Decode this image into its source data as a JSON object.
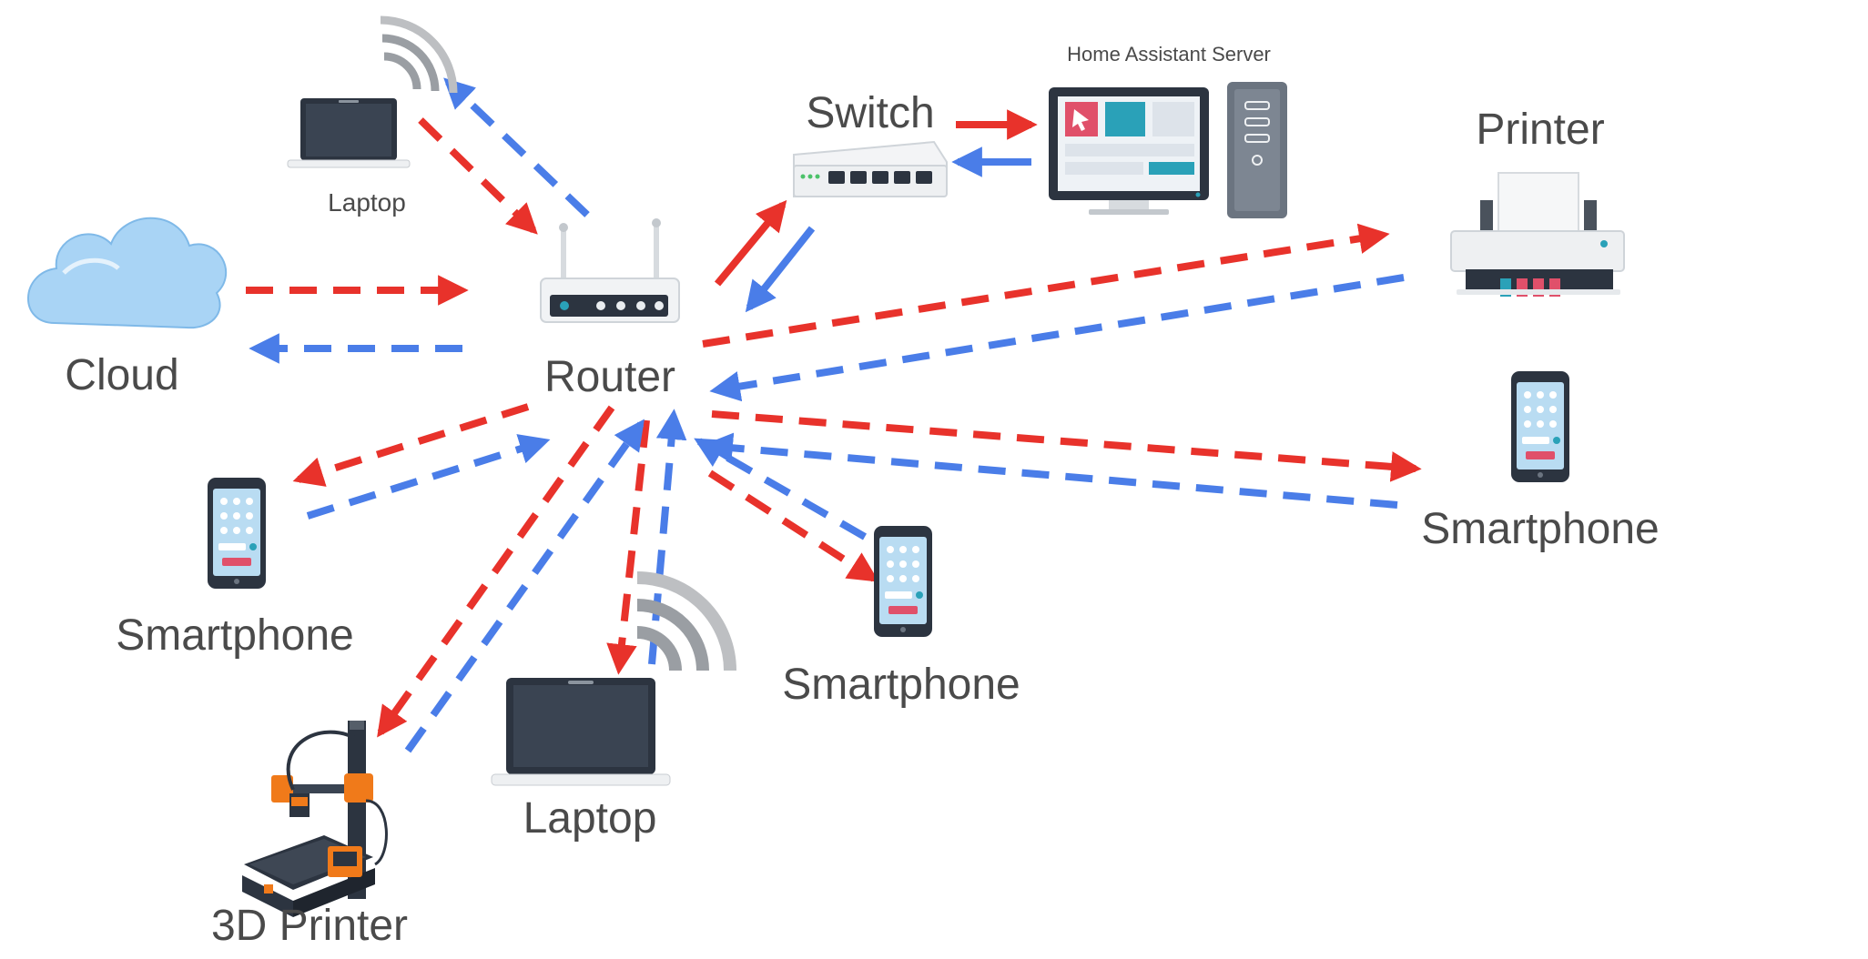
{
  "diagram": {
    "labels": {
      "cloud": "Cloud",
      "router": "Router",
      "laptop_top": "Laptop",
      "switch": "Switch",
      "home_assistant_server": "Home Assistant Server",
      "printer": "Printer",
      "smartphone_left": "Smartphone",
      "smartphone_center": "Smartphone",
      "smartphone_right": "Smartphone",
      "laptop_bottom": "Laptop",
      "printer_3d": "3D Printer"
    },
    "colors": {
      "outbound_arrow": "#e8322b",
      "inbound_arrow": "#4a7de8",
      "device_dark": "#2c3440",
      "screen_light": "#b9dcf2",
      "cloud_fill": "#a9d4f5",
      "accent_pink": "#e0506a",
      "accent_teal": "#2aa1b8",
      "printer_orange": "#f07a1a"
    },
    "icons": {
      "cloud": "cloud-icon",
      "router": "router-icon",
      "laptop": "laptop-icon",
      "wifi": "wifi-icon",
      "switch": "network-switch-icon",
      "monitor": "monitor-icon",
      "server_tower": "server-tower-icon",
      "printer": "printer-icon",
      "smartphone": "smartphone-icon",
      "printer_3d": "3d-printer-icon"
    }
  }
}
